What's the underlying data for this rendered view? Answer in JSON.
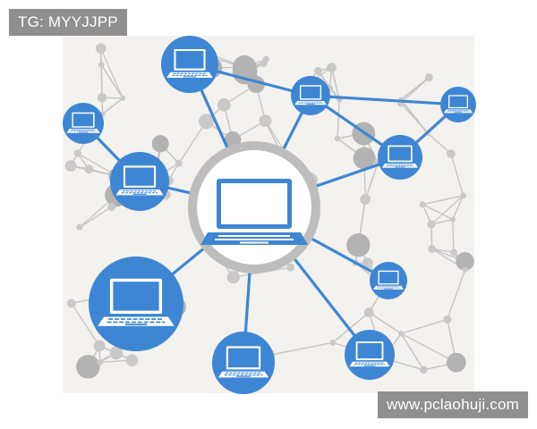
{
  "overlay": {
    "top_left_tag": "TG: MYYJJPP",
    "bottom_right_watermark": "www.pclaohuji.com"
  },
  "image": {
    "subject": "network of laptops connected to a central laptop hub",
    "colors": {
      "background": "#f3f2ef",
      "hub_ring": "#bdbdbd",
      "node_blue": "#3e86d4",
      "link_blue": "#3e86d4",
      "mesh_gray": "#c4c4c4",
      "laptop_white": "#ffffff"
    },
    "icons": [
      "laptop-icon"
    ]
  }
}
